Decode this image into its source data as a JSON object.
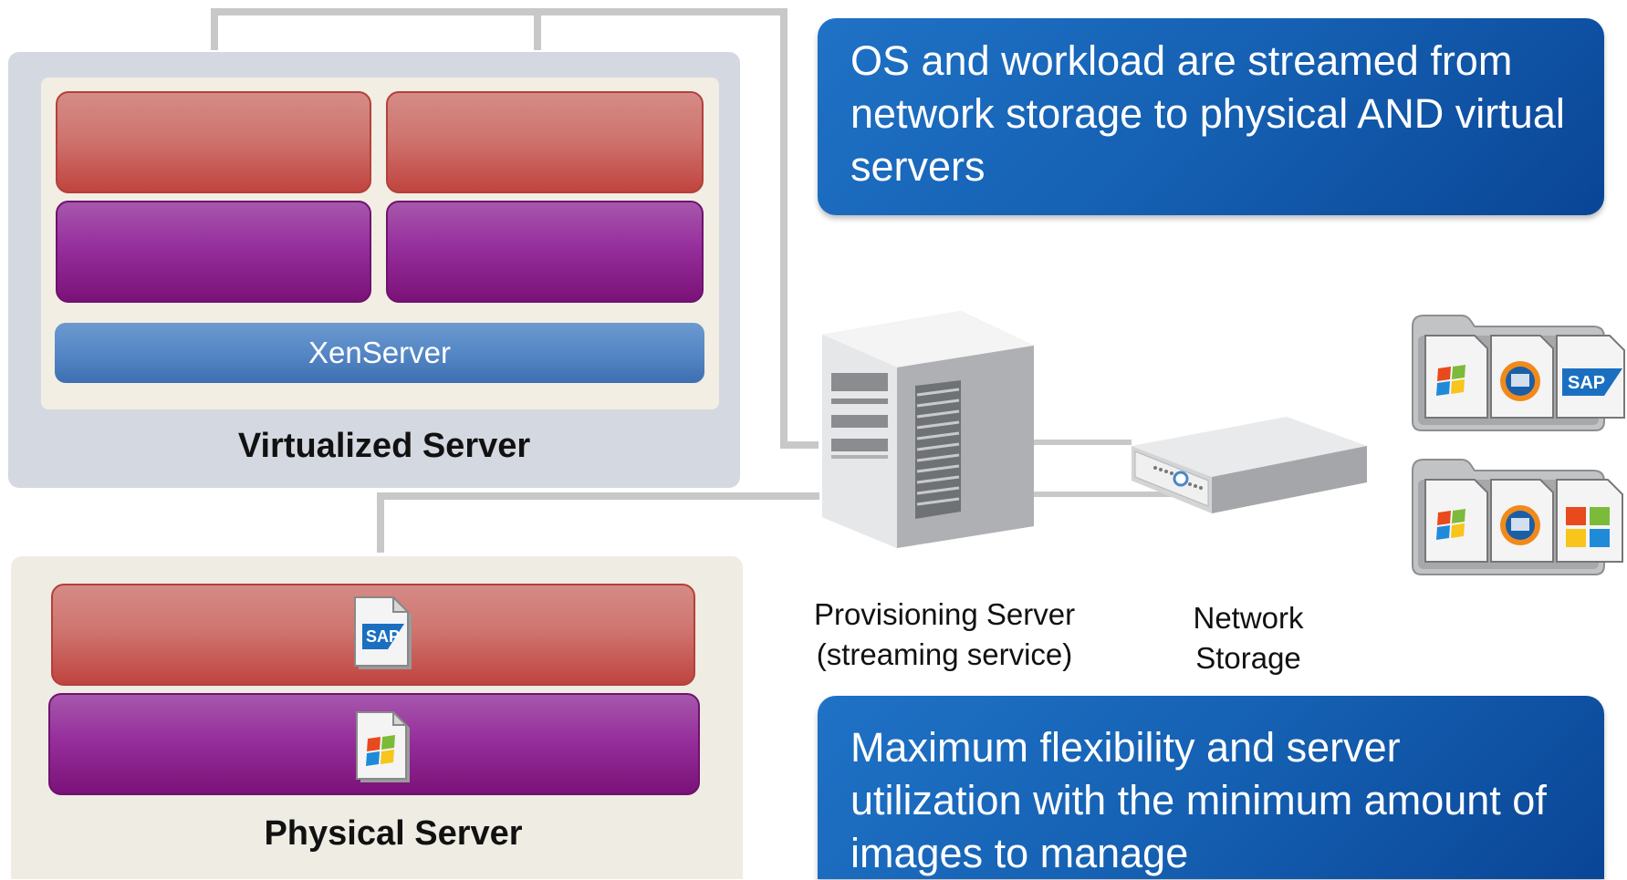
{
  "virtualized_server": {
    "title": "Virtualized Server",
    "hypervisor_label": "XenServer"
  },
  "physical_server": {
    "title": "Physical Server",
    "app_icon": "sap-document-icon",
    "os_icon": "windows-document-icon"
  },
  "provisioning_server": {
    "caption": "Provisioning Server\n(streaming service)",
    "icon": "tower-server-icon"
  },
  "network_storage": {
    "caption": "Network\nStorage",
    "icon": "rack-storage-icon"
  },
  "image_folders": [
    {
      "icon": "folder-icon",
      "items": [
        "windows-document-icon",
        "globe-document-icon",
        "sap-document-icon"
      ]
    },
    {
      "icon": "folder-icon",
      "items": [
        "windows-document-icon",
        "globe-document-icon",
        "office-document-icon"
      ]
    }
  ],
  "callouts": {
    "top": "OS and workload are streamed from network storage to physical AND virtual servers",
    "bottom": "Maximum flexibility and server utilization with the minimum amount of images to manage"
  },
  "colors": {
    "vm_red": "#cf7570",
    "vm_purple": "#962f9c",
    "hypervisor_blue": "#5587c6",
    "callout_blue": "#1560b2",
    "connector_gray": "#c8c8c8"
  }
}
